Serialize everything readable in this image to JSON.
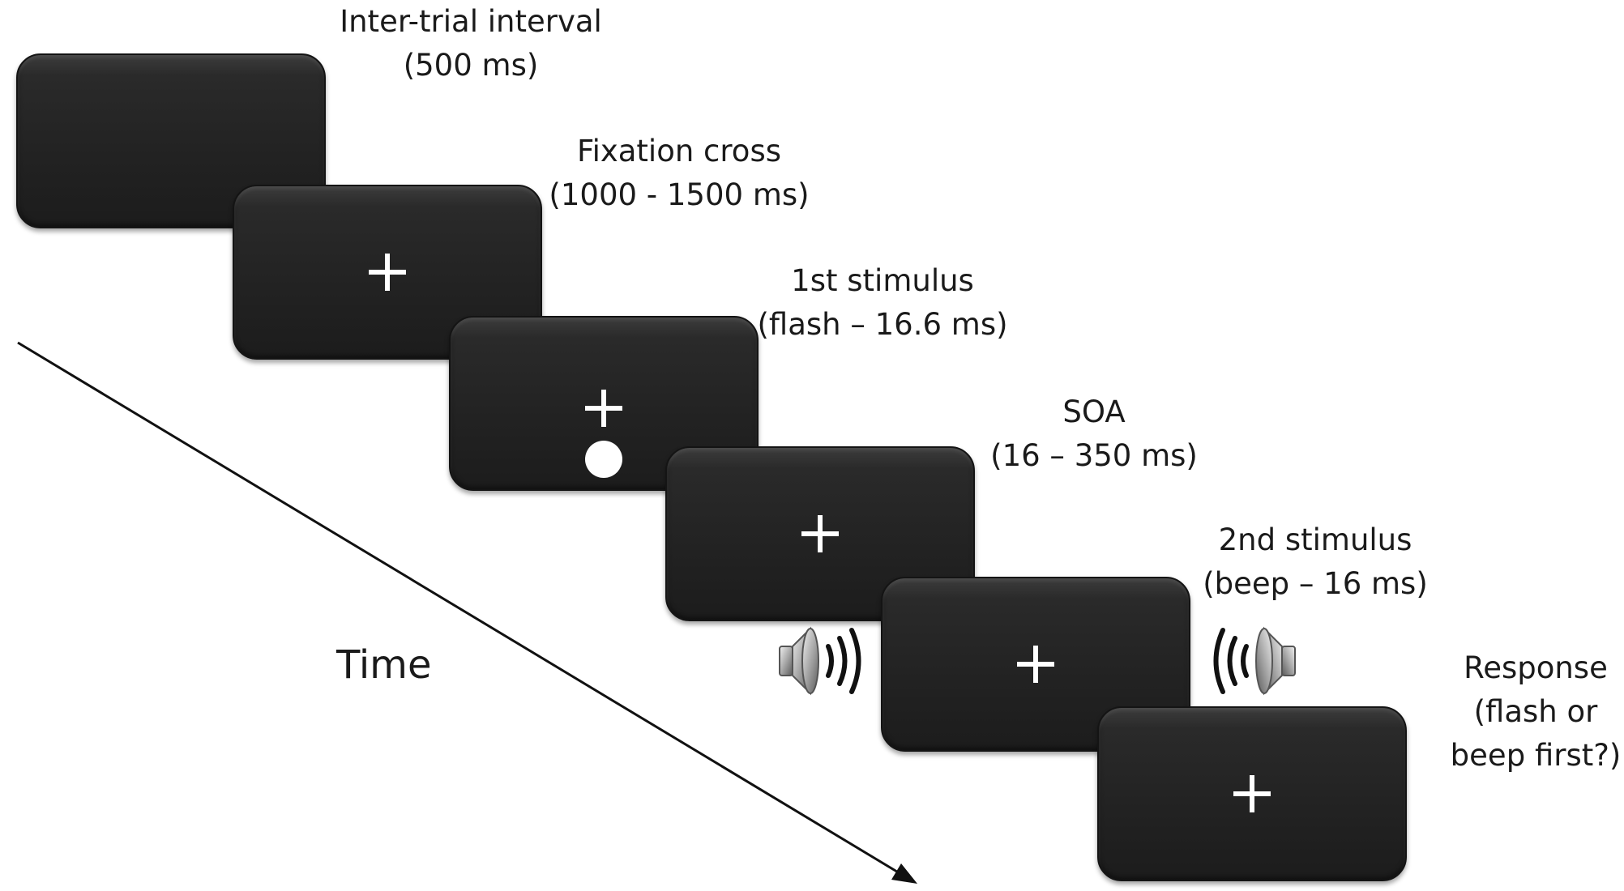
{
  "steps": [
    {
      "title": "Inter-trial interval",
      "detail": "(500 ms)"
    },
    {
      "title": "Fixation cross",
      "detail": "(1000 - 1500 ms)"
    },
    {
      "title": "1st stimulus",
      "detail": "(flash – 16.6 ms)"
    },
    {
      "title": "SOA",
      "detail": "(16 – 350 ms)"
    },
    {
      "title": "2nd stimulus",
      "detail": "(beep – 16 ms)"
    },
    {
      "title": "Response",
      "detail_line1": "(flash or",
      "detail_line2": "beep first?)"
    }
  ],
  "axis": {
    "label": "Time"
  },
  "icons": {
    "fixation": "plus-icon",
    "flash": "white-circle-icon",
    "beep": "speaker-icon"
  },
  "colors": {
    "screen": "#222222",
    "symbol": "#ffffff",
    "text": "#1a1a1a"
  }
}
